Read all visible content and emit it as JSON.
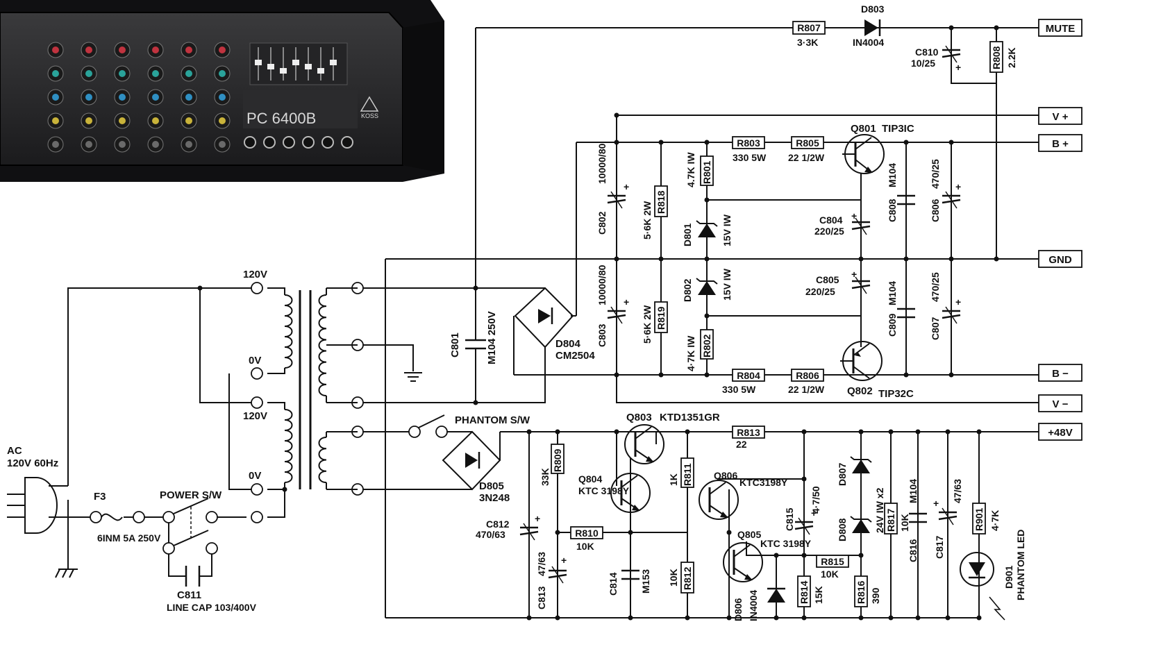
{
  "photo": {
    "model_label": "PC 6400B",
    "brand_label": "KOSS"
  },
  "output_connectors": [
    {
      "key": "mute",
      "label": "MUTE"
    },
    {
      "key": "vplus",
      "label": "V +"
    },
    {
      "key": "bplus",
      "label": "B +"
    },
    {
      "key": "gnd",
      "label": "GND"
    },
    {
      "key": "bminus",
      "label": "B −"
    },
    {
      "key": "vminus",
      "label": "V −"
    },
    {
      "key": "p48v",
      "label": "+48V"
    }
  ],
  "components": {
    "r807": {
      "ref": "R807",
      "value": "3·3K"
    },
    "d803": {
      "ref": "D803",
      "value": "IN4004"
    },
    "c810": {
      "ref": "C810",
      "value": "10/25"
    },
    "r808": {
      "ref": "R808",
      "value": "2.2K"
    },
    "q801": {
      "ref": "Q801",
      "value": "TIP3IC"
    },
    "r803": {
      "ref": "R803",
      "value": "330 5W"
    },
    "r805": {
      "ref": "R805",
      "value": "22 1/2W"
    },
    "r801": {
      "ref": "R801",
      "value": "4.7K IW"
    },
    "r818": {
      "ref": "R818",
      "value": "5·6K 2W"
    },
    "c802": {
      "ref": "C802",
      "value": "10000/80"
    },
    "d801": {
      "ref": "D801",
      "value": "15V IW"
    },
    "c804": {
      "ref": "C804",
      "value": "220/25"
    },
    "c808": {
      "ref": "C808",
      "value": "M104"
    },
    "c806": {
      "ref": "C806",
      "value": "470/25"
    },
    "c803": {
      "ref": "C803",
      "value": "10000/80"
    },
    "r819": {
      "ref": "R819",
      "value": "5·6K 2W"
    },
    "d802": {
      "ref": "D802",
      "value": "15V IW"
    },
    "r802": {
      "ref": "R802",
      "value": "4·7K IW"
    },
    "c805": {
      "ref": "C805",
      "value": "220/25"
    },
    "c809": {
      "ref": "C809",
      "value": "M104"
    },
    "c807": {
      "ref": "C807",
      "value": "470/25"
    },
    "r804": {
      "ref": "R804",
      "value": "330 5W"
    },
    "r806": {
      "ref": "R806",
      "value": "22 1/2W"
    },
    "q802": {
      "ref": "Q802",
      "value": "TIP32C"
    },
    "c801": {
      "ref": "C801",
      "value": "M104 250V"
    },
    "d804": {
      "ref": "D804",
      "value": "CM2504"
    },
    "d805": {
      "ref": "D805",
      "value": "3N248"
    },
    "q803": {
      "ref": "Q803",
      "value": "KTD1351GR"
    },
    "r813": {
      "ref": "R813",
      "value": "22"
    },
    "r809": {
      "ref": "R809",
      "value": "33K"
    },
    "q804": {
      "ref": "Q804",
      "value": "KTC 3198Y"
    },
    "r811": {
      "ref": "R811",
      "value": "1K"
    },
    "q806": {
      "ref": "Q806",
      "value": "KTC3198Y"
    },
    "c812": {
      "ref": "C812",
      "value": "470/63"
    },
    "r810": {
      "ref": "R810",
      "value": "10K"
    },
    "q805": {
      "ref": "Q805",
      "value": "KTC 3198Y"
    },
    "c815": {
      "ref": "C815",
      "value": "4·7/50"
    },
    "r815": {
      "ref": "R815",
      "value": "10K"
    },
    "d807": {
      "ref": "D807",
      "value": "24V IW x2"
    },
    "d808": {
      "ref": "D808",
      "value": ""
    },
    "r817": {
      "ref": "R817",
      "value": "10K"
    },
    "c816": {
      "ref": "C816",
      "value": "M104"
    },
    "c817": {
      "ref": "C817",
      "value": "47/63"
    },
    "r901": {
      "ref": "R901",
      "value": "4·7K"
    },
    "d901": {
      "ref": "D901",
      "value": "PHANTOM LED"
    },
    "c813": {
      "ref": "C813",
      "value": "47/63"
    },
    "c814": {
      "ref": "C814",
      "value": "M153"
    },
    "r812": {
      "ref": "R812",
      "value": "10K"
    },
    "d806": {
      "ref": "D806",
      "value": "IN4004"
    },
    "r814": {
      "ref": "R814",
      "value": "15K"
    },
    "r816": {
      "ref": "R816",
      "value": "390"
    },
    "f3": {
      "ref": "F3",
      "value": "6INM 5A 250V"
    },
    "c811": {
      "ref": "C811",
      "value": "LINE CAP 103/400V"
    }
  },
  "labels": {
    "ac_input_1": "AC",
    "ac_input_2": "120V 60Hz",
    "tap_120v_a": "120V",
    "tap_0v_a": "0V",
    "tap_120v_b": "120V",
    "tap_0v_b": "0V",
    "power_sw": "POWER S/W",
    "phantom_sw": "PHANTOM   S/W"
  }
}
